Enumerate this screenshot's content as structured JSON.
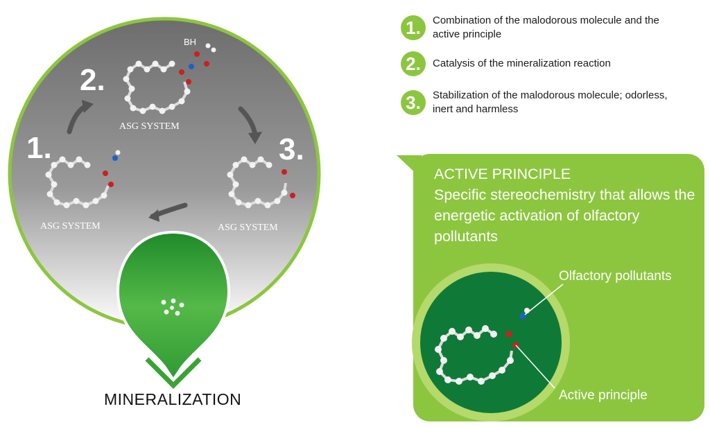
{
  "cycle": {
    "steps": [
      {
        "number": "1.",
        "label": "ASG SYSTEM"
      },
      {
        "number": "2.",
        "label": "ASG SYSTEM"
      },
      {
        "number": "3.",
        "label": "ASG SYSTEM"
      }
    ],
    "bh_label": "BH"
  },
  "mineralization_label": "MINERALIZATION",
  "legend": [
    {
      "number": "1.",
      "text": "Combination of the malodorous molecule and the active principle"
    },
    {
      "number": "2.",
      "text": "Catalysis of the mineralization reaction"
    },
    {
      "number": "3.",
      "text": "Stabilization of the malodorous molecule; odorless, inert and harmless"
    }
  ],
  "active_principle": {
    "heading": "ACTIVE PRINCIPLE",
    "description": "Specific stereochemistry that allows the energetic activation of olfactory pollutants",
    "callout_pollutants": "Olfactory pollutants",
    "callout_active": "Active principle"
  },
  "colors": {
    "accent_green": "#8cc63f",
    "dark_green": "#0f7a37",
    "gray": "#8a8a8a"
  }
}
